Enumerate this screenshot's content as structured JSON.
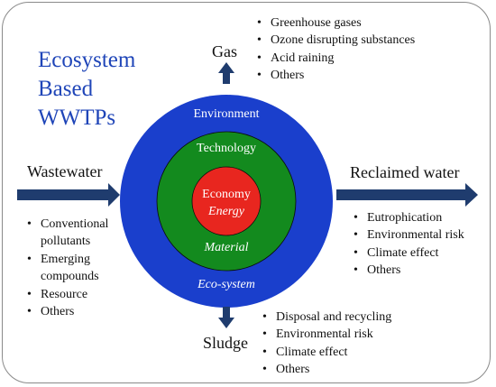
{
  "title": {
    "line1": "Ecosystem",
    "line2": "Based",
    "line3": "WWTPs"
  },
  "rings": {
    "outer": "Environment",
    "outer_bottom": "Eco-system",
    "middle": "Technology",
    "middle_bottom": "Material",
    "inner": "Economy",
    "inner_sub": "Energy"
  },
  "colors": {
    "outer_ring": "#1a3fcc",
    "middle_ring": "#138a1e",
    "inner_core": "#e8261f",
    "arrow": "#1f3c6e",
    "title": "#1f45b8"
  },
  "inputs": {
    "wastewater": {
      "label": "Wastewater",
      "items": [
        "Conventional pollutants",
        "Emerging compounds",
        "Resource",
        "Others"
      ]
    }
  },
  "outputs": {
    "gas": {
      "label": "Gas",
      "items": [
        "Greenhouse gases",
        "Ozone disrupting substances",
        "Acid raining",
        "Others"
      ]
    },
    "reclaimed_water": {
      "label": "Reclaimed water",
      "items": [
        "Eutrophication",
        "Environmental risk",
        "Climate effect",
        "Others"
      ]
    },
    "sludge": {
      "label": "Sludge",
      "items": [
        "Disposal and recycling",
        "Environmental risk",
        "Climate effect",
        "Others"
      ]
    }
  }
}
